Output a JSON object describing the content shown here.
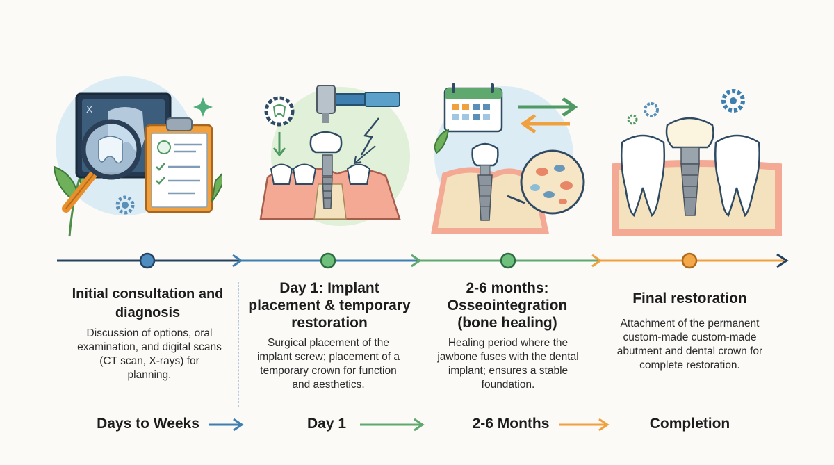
{
  "stages": [
    {
      "title": "Initial consultation and diagnosis",
      "description": "Discussion of options, oral examination, and digital scans (CT scan, X-rays) for planning.",
      "duration": "Days to Weeks",
      "illustration": "xray-magnifier-clipboard",
      "xray_label": "X"
    },
    {
      "title": "Day 1: Implant placement & temporary restoration",
      "description": "Surgical placement of the implant screw; placement of a temporary crown for function and aesthetics.",
      "duration": "Day 1",
      "illustration": "drill-implant-placement"
    },
    {
      "title": "2-6 months: Osseointegration (bone healing)",
      "description": "Healing period where the jawbone fuses with the dental implant; ensures a stable foundation.",
      "duration": "2-6 Months",
      "illustration": "calendar-bone-healing"
    },
    {
      "title": "Final restoration",
      "description": "Attachment of the permanent custom-made custom-made abutment and dental crown for complete restoration.",
      "duration": "Completion",
      "illustration": "final-crown-teeth"
    }
  ],
  "colors": {
    "blue": "#3f7fb0",
    "green": "#5fa86e",
    "orange": "#f0a03c",
    "navy": "#27425f",
    "gum": "#f4a994",
    "bone": "#f3e2bd"
  }
}
